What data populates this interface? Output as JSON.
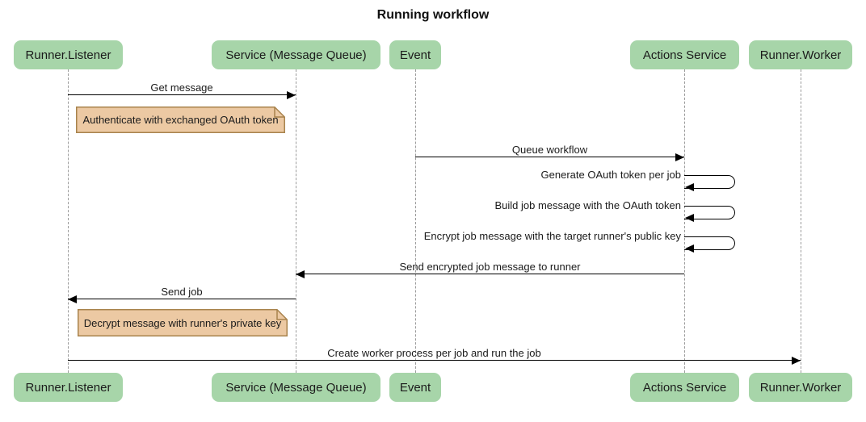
{
  "title": "Running workflow",
  "participants": [
    {
      "id": "runner-listener",
      "label": "Runner.Listener"
    },
    {
      "id": "service-message-queue",
      "label": "Service (Message Queue)"
    },
    {
      "id": "event",
      "label": "Event"
    },
    {
      "id": "actions-service",
      "label": "Actions Service"
    },
    {
      "id": "runner-worker",
      "label": "Runner.Worker"
    }
  ],
  "messages": [
    {
      "label": "Get message",
      "from": "Runner.Listener",
      "to": "Service (Message Queue)",
      "type": "solid-arrow"
    },
    {
      "label": "Queue workflow",
      "from": "Event",
      "to": "Actions Service",
      "type": "solid-arrow"
    },
    {
      "label": "Generate OAuth token per job",
      "from": "Actions Service",
      "to": "Actions Service",
      "type": "self-arrow"
    },
    {
      "label": "Build job message with the OAuth token",
      "from": "Actions Service",
      "to": "Actions Service",
      "type": "self-arrow"
    },
    {
      "label": "Encrypt job message with the target runner's public key",
      "from": "Actions Service",
      "to": "Actions Service",
      "type": "self-arrow"
    },
    {
      "label": "Send encrypted job message to runner",
      "from": "Actions Service",
      "to": "Service (Message Queue)",
      "type": "solid-arrow"
    },
    {
      "label": "Send job",
      "from": "Service (Message Queue)",
      "to": "Runner.Listener",
      "type": "solid-arrow"
    },
    {
      "label": "Create worker process per job and run the job",
      "from": "Runner.Listener",
      "to": "Runner.Worker",
      "type": "solid-arrow"
    }
  ],
  "notes": [
    {
      "label": "Authenticate with exchanged OAuth token",
      "over": "Runner.Listener"
    },
    {
      "label": "Decrypt message with runner's private key",
      "over": "Runner.Listener"
    }
  ],
  "colors": {
    "actor_fill": "#A7D5A9",
    "note_fill": "#ECC9A3",
    "note_border": "#A8834D",
    "lifeline": "#9B9B9B",
    "arrow": "#000000",
    "text": "#1B1B1B"
  }
}
